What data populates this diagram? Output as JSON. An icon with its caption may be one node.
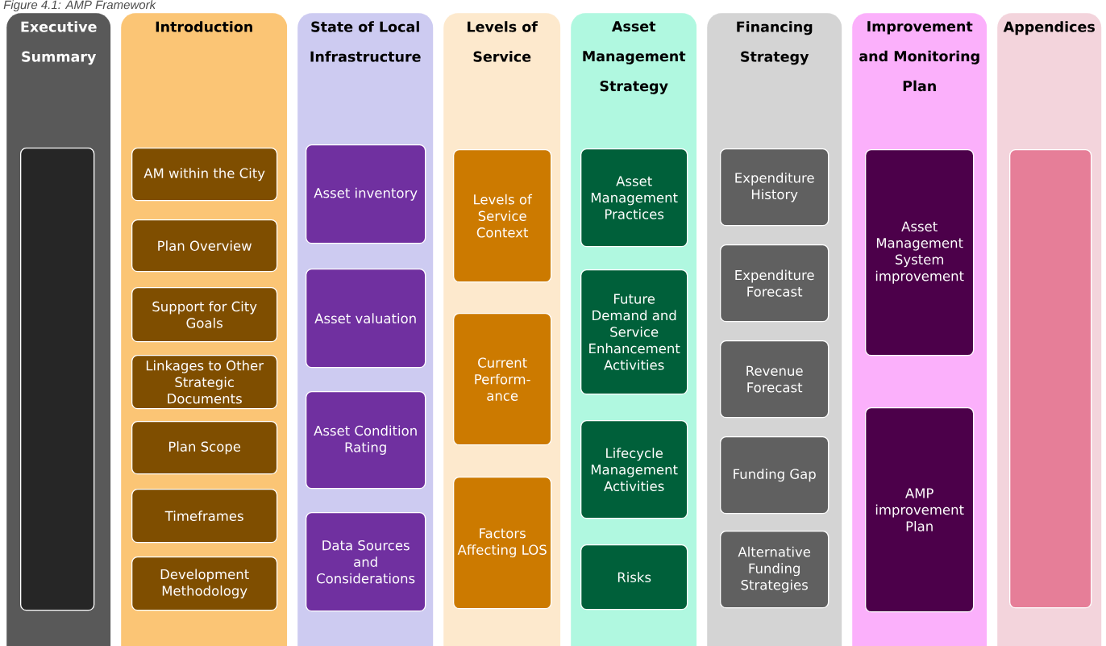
{
  "diagram": {
    "title": "Figure 4.1: AMP Framework",
    "nodes": [
      {
        "text": [
          "Executive Summary"
        ]
      },
      {
        "text": [],
        "shape": "box",
        "in": 0
      },
      {
        "text": [
          "Introduction"
        ]
      },
      {
        "text": [
          "AM within the City"
        ],
        "in": 2
      },
      {
        "text": [
          "Plan Overview"
        ],
        "in": 2
      },
      {
        "text": [
          "Support for City Goals"
        ],
        "in": 2
      },
      {
        "text": [
          "Linkages to Other Strategic Documents"
        ],
        "in": 2
      },
      {
        "text": [
          "Plan Scope"
        ],
        "in": 2
      },
      {
        "text": [
          "Timeframes"
        ],
        "in": 2
      },
      {
        "text": [
          "Development Methodology"
        ],
        "in": 2
      },
      {
        "text": [
          "State of Local Infrastructure"
        ]
      },
      {
        "text": [
          "Asset inventory"
        ],
        "in": 10
      },
      {
        "text": [
          "Asset valuation"
        ],
        "in": 10
      },
      {
        "text": [
          "Asset Condition Rating"
        ],
        "in": 10
      },
      {
        "text": [
          "Data Sources and Considerations"
        ],
        "in": 10
      },
      {
        "text": [
          "Levels of Service"
        ]
      },
      {
        "text": [
          "Levels of Service Context"
        ],
        "in": 15
      },
      {
        "text": [
          "Current Perform- ance"
        ],
        "in": 15
      },
      {
        "text": [
          "Factors Affecting LOS"
        ],
        "in": 15
      },
      {
        "text": [
          "Asset Management Strategy"
        ]
      },
      {
        "text": [
          "Asset Management Practices"
        ],
        "in": 19
      },
      {
        "text": [
          "Future Demand and Service Enhancement Activities"
        ],
        "in": 19
      },
      {
        "text": [
          "Lifecycle Management Activities"
        ],
        "in": 19
      },
      {
        "text": [
          "Risks"
        ],
        "in": 19
      },
      {
        "text": [
          "Financing Strategy"
        ]
      },
      {
        "text": [
          "Expenditure History"
        ],
        "in": 24
      },
      {
        "text": [
          "Expenditure Forecast"
        ],
        "in": 24
      },
      {
        "text": [
          "Revenue Forecast"
        ],
        "in": 24
      },
      {
        "text": [
          "Funding Gap"
        ],
        "in": 24
      },
      {
        "text": [
          "Alternative Funding Strategies"
        ],
        "in": 24
      },
      {
        "text": [
          "Improvement and Monitoring Plan"
        ]
      },
      {
        "text": [
          "Asset Management System improvement"
        ],
        "in": 30
      },
      {
        "text": [
          "AMP improvement Plan"
        ],
        "in": 30
      },
      {
        "text": [
          "Appendices"
        ]
      },
      {
        "text": [],
        "shape": "box",
        "in": 33
      }
    ]
  }
}
